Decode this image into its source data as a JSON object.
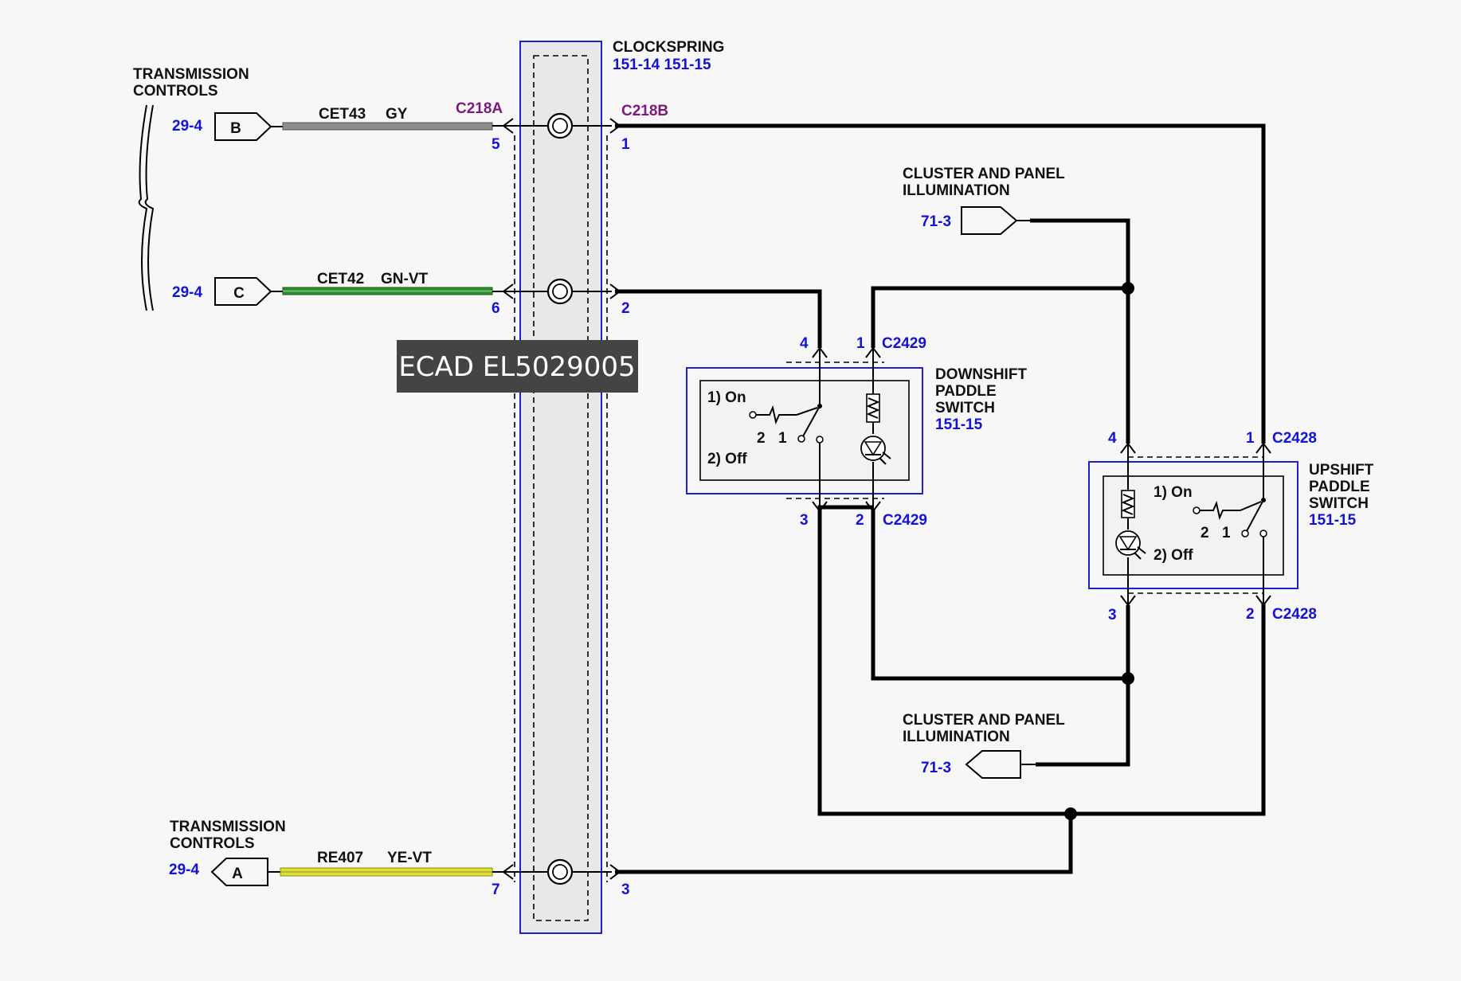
{
  "watermark": "ECAD EL5029005",
  "colors": {
    "pin_text": "#1212d8",
    "connector_text": "#7a1a7a",
    "module_border": "#2020d0",
    "wire_gy": "#808080",
    "wire_gn_vt": "#2e8b2e",
    "wire_ye_vt": "#d8d820"
  },
  "clockspring": {
    "title": "CLOCKSPRING",
    "refs": "151-14  151-15",
    "conn_left": "C218A",
    "conn_right": "C218B",
    "pins_left": [
      "5",
      "6",
      "7"
    ],
    "pins_right": [
      "1",
      "2",
      "3"
    ]
  },
  "transmission_top": {
    "title_line1": "TRANSMISSION",
    "title_line2": "CONTROLS",
    "ref_b": "29-4",
    "conn_b": "B",
    "ref_c": "29-4",
    "conn_c": "C"
  },
  "transmission_bottom": {
    "title_line1": "TRANSMISSION",
    "title_line2": "CONTROLS",
    "ref_a": "29-4",
    "conn_a": "A"
  },
  "wires": {
    "w1_circuit": "CET43",
    "w1_color": "GY",
    "w2_circuit": "CET42",
    "w2_color": "GN-VT",
    "w3_circuit": "RE407",
    "w3_color": "YE-VT"
  },
  "illum_top": {
    "line1": "CLUSTER AND PANEL",
    "line2": "ILLUMINATION",
    "ref": "71-3"
  },
  "illum_bottom": {
    "line1": "CLUSTER AND PANEL",
    "line2": "ILLUMINATION",
    "ref": "71-3"
  },
  "downshift": {
    "line1": "DOWNSHIFT",
    "line2": "PADDLE",
    "line3": "SWITCH",
    "ref": "151-15",
    "conn_top": "C2429",
    "conn_bottom": "C2429",
    "pin_tl": "4",
    "pin_tr": "1",
    "pin_bl": "3",
    "pin_br": "2",
    "on": "1) On",
    "off": "2) Off",
    "p2": "2",
    "p1": "1"
  },
  "upshift": {
    "line1": "UPSHIFT",
    "line2": "PADDLE",
    "line3": "SWITCH",
    "ref": "151-15",
    "conn_top": "C2428",
    "conn_bottom": "C2428",
    "pin_tl": "4",
    "pin_tr": "1",
    "pin_bl": "3",
    "pin_br": "2",
    "on": "1) On",
    "off": "2) Off",
    "p2": "2",
    "p1": "1"
  }
}
